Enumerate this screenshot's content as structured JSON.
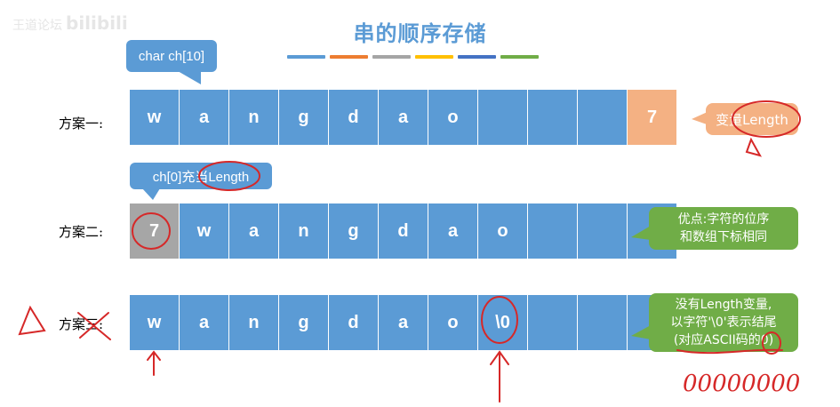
{
  "watermark": {
    "text": "王道论坛",
    "brand": "bilibili"
  },
  "title": "串的顺序存储",
  "color_strip": [
    "#5b9bd5",
    "#ed7d31",
    "#a5a5a5",
    "#ffc000",
    "#4472c4",
    "#70ad47"
  ],
  "scheme1": {
    "label": "方案一:",
    "cells": [
      "w",
      "a",
      "n",
      "g",
      "d",
      "a",
      "o",
      "",
      "",
      "",
      "7"
    ],
    "callout_top": "char ch[10]",
    "callout_right": "变量Length"
  },
  "scheme2": {
    "label": "方案二:",
    "cells": [
      "7",
      "w",
      "a",
      "n",
      "g",
      "d",
      "a",
      "o",
      "",
      "",
      ""
    ],
    "callout_top": "ch[0]充当Length",
    "callout_right": [
      "优点:字符的位序",
      "和数组下标相同"
    ]
  },
  "scheme3": {
    "label": "方案三:",
    "cells": [
      "w",
      "a",
      "n",
      "g",
      "d",
      "a",
      "o",
      "\\0",
      "",
      "",
      ""
    ],
    "callout_right": [
      "没有Length变量,",
      "以字符'\\0'表示结尾",
      "(对应ASCII码的0)"
    ]
  },
  "handwriting": {
    "mark": "Δ",
    "binary": "00000000"
  },
  "colors": {
    "cell": "#5b9bd5",
    "length_cell": "#f4b183",
    "gray_cell": "#a6a6a6",
    "green": "#70ad47",
    "ink": "#d62828"
  }
}
